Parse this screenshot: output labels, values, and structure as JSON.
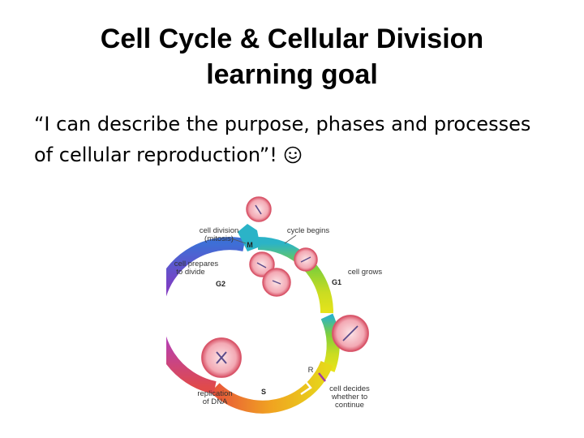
{
  "slide": {
    "title_line1": "Cell Cycle & Cellular Division",
    "title_line2": "learning goal",
    "goal_text": "“I can describe the purpose, phases and processes of cellular reproduction”!",
    "smiley_icon": "smiley-face-icon"
  },
  "diagram": {
    "labels": {
      "cell_division": "cell division",
      "mitosis": "(mitosis)",
      "cycle_begins": "cycle begins",
      "cell_prepares": "cell prepares",
      "to_divide": "to divide",
      "cell_grows": "cell grows",
      "replication": "replication",
      "of_dna": "of DNA",
      "cell_decides": "cell decides",
      "whether_to": "whether to",
      "continue": "continue"
    },
    "phases": {
      "m": "M",
      "g1": "G1",
      "g2": "G2",
      "s": "S",
      "r": "R"
    },
    "colors": {
      "cyan": "#2bb3c7",
      "green": "#7fcf3a",
      "yellow": "#e6e31a",
      "orange": "#f0a321",
      "purple": "#7b3fc4",
      "blue": "#3d6fd6",
      "cell_fill": "#f3a9b4",
      "cell_rim": "#d9566a"
    }
  }
}
